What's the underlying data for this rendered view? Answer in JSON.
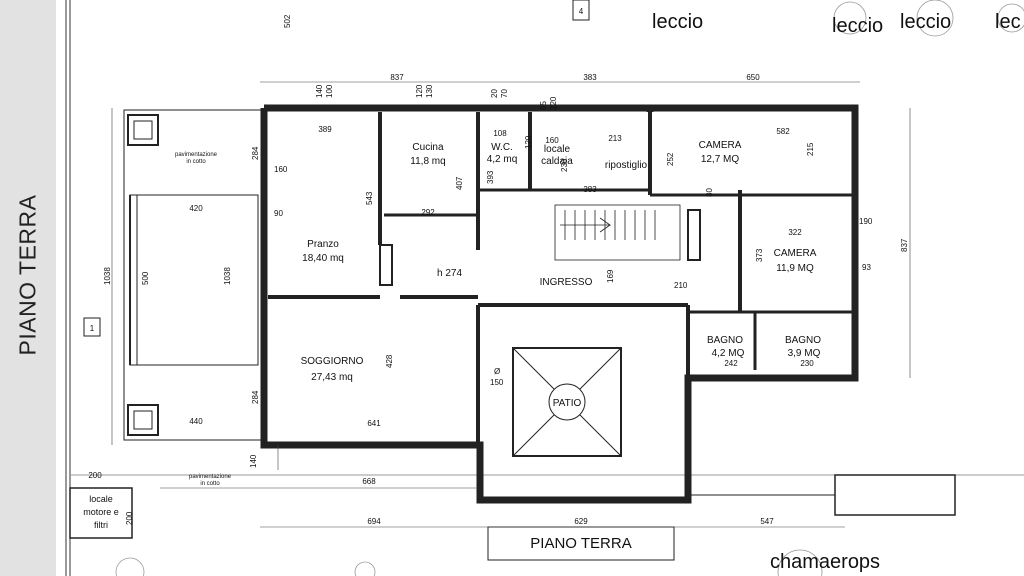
{
  "sidebar": {
    "title": "PIANO TERRA"
  },
  "trees": {
    "top1": "leccio",
    "top2": "leccio",
    "top3": "leccio",
    "top4": "lec",
    "bottom": "chamaerops"
  },
  "plan_title": "PIANO TERRA",
  "section_marks": {
    "top": "4",
    "left": "1"
  },
  "rooms": {
    "pranzo": {
      "name": "Pranzo",
      "area": "18,40 mq"
    },
    "cucina": {
      "name": "Cucina",
      "area": "11,8 mq"
    },
    "wc": {
      "name": "W.C.",
      "area": "4,2 mq"
    },
    "caldaia": {
      "name1": "locale",
      "name2": "caldaia"
    },
    "ripostiglio": {
      "name": "ripostiglio"
    },
    "camera1": {
      "name": "CAMERA",
      "area": "12,7 MQ"
    },
    "camera2": {
      "name": "CAMERA",
      "area": "11,9 MQ"
    },
    "soggiorno": {
      "name": "SOGGIORNO",
      "area": "27,43 mq"
    },
    "ingresso": {
      "name": "INGRESSO"
    },
    "patio": {
      "name": "PATIO"
    },
    "bagno1": {
      "name": "BAGNO",
      "area": "4,2 MQ"
    },
    "bagno2": {
      "name": "BAGNO",
      "area": "3,9 MQ"
    },
    "locale_motore": {
      "l1": "locale",
      "l2": "motore e",
      "l3": "filtri"
    }
  },
  "notes": {
    "paving1a": "pavimentazione",
    "paving1b": "in cotto",
    "paving2a": "pavimentazione",
    "paving2b": "in cotto",
    "height": "h 274",
    "diam": "Ø",
    "diam_val": "150"
  },
  "dims_top": {
    "a": "837",
    "b": "383",
    "c": "650",
    "v502": "502"
  },
  "dims_bottom": {
    "a": "694",
    "b": "629",
    "c": "547",
    "d": "668",
    "e": "200",
    "f": "140",
    "g": "200"
  },
  "dims_side": {
    "left1": "1038",
    "left2": "500",
    "left3": "1038",
    "right": "837"
  },
  "dims_inner": {
    "d389": "389",
    "d420": "420",
    "d440": "440",
    "d582": "582",
    "d322": "322",
    "d292": "292",
    "d383": "383",
    "d213": "213",
    "d641": "641",
    "d543": "543",
    "d407": "407",
    "d428": "428",
    "d373": "373",
    "d252": "252",
    "d215": "215",
    "d393": "393",
    "d230": "230",
    "d169": "169",
    "d284a": "284",
    "d284b": "284",
    "d242": "242",
    "d230b": "230",
    "d160": "160",
    "d108": "108",
    "d120": "120"
  },
  "openings": {
    "o140": "140",
    "o100": "100",
    "o120": "120",
    "o130": "130",
    "o20": "20",
    "o70": "70",
    "o85": "85",
    "o220": "220",
    "o90": "90",
    "o80": "80",
    "o210": "210",
    "o160": "160",
    "o190": "190",
    "o93": "93"
  }
}
